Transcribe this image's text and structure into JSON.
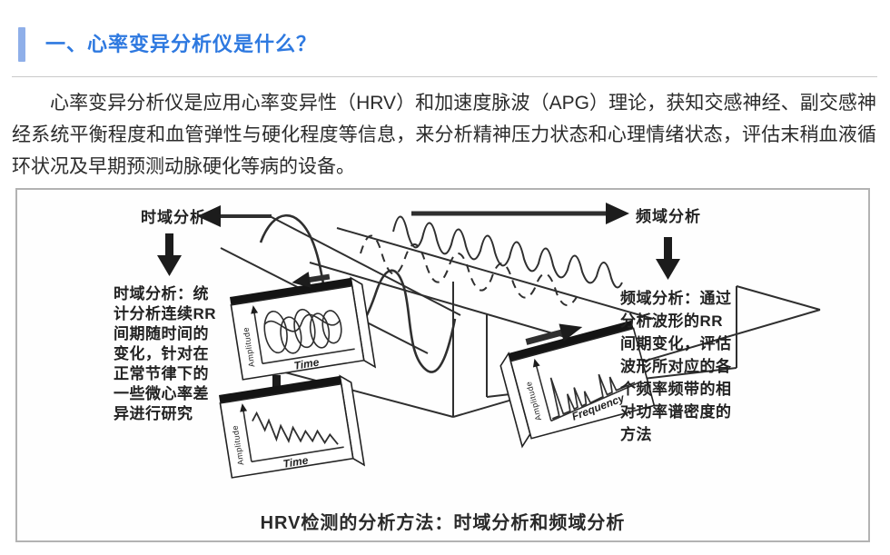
{
  "heading": {
    "title": "一、心率变异分析仪是什么？",
    "title_color": "#2e79e0",
    "accent_bar_color": "#8fafe9"
  },
  "intro": {
    "text": "心率变异分析仪是应用心率变异性（HRV）和加速度脉波（APG）理论，获知交感神经、副交感神经系统平衡程度和血管弹性与硬化程度等信息，来分析精神压力状态和心理情绪状态，评估末稍血液循环状况及早期预测动脉硬化等病的设备。"
  },
  "figure": {
    "time_domain_label": "时域分析",
    "freq_domain_label": "频域分析",
    "time_domain_description": "时域分析：统\n计分析连续RR\n间期随时间的\n变化，针对在\n正常节律下的\n一些微心率差\n异进行研究",
    "freq_domain_description": "频域分析：通过\n分析波形的RR\n间期变化，评估\n波形所对应的各\n个频率频带的相\n对功率谱密度的\n方法",
    "axis_amplitude": "Amplitude",
    "axis_time": "Time",
    "axis_frequency": "Frequency",
    "caption": "HRV检测的分析方法：时域分析和频域分析",
    "ink_color": "#2f2f2f",
    "border_color": "#b3b3b3"
  }
}
